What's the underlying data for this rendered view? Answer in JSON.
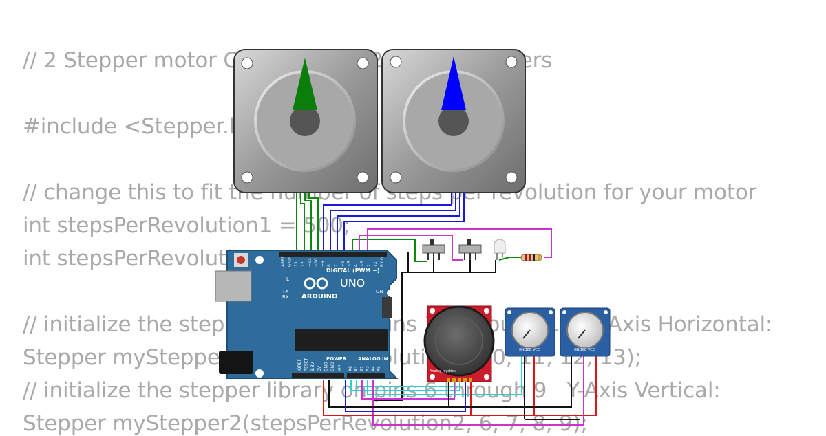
{
  "code_lines": [
    "// 2 Stepper motor Control using 2 potentiometers",
    "#include <Stepper.h>",
    "// change this to fit the number of steps per revolution for your motor",
    "int stepsPerRevolution1 = 500;",
    "int stepsPerRevolution2 = 500;",
    "// initialize the stepper library on pins 10 through 13  X-Axis Horizontal:",
    "Stepper myStepper1(stepsPerRevolution1, 10, 11, 12, 13);",
    "// initialize the stepper library on pins 6 through 9   Y-Axis Vertical:",
    "Stepper myStepper2(stepsPerRevolution2, 6, 7, 8, 9);"
  ],
  "board": {
    "brand": "ARDUINO",
    "model": "UNO",
    "digital_header": "DIGITAL (PWM ~)",
    "power_header": "POWER",
    "analog_header": "ANALOG IN",
    "on_label": "ON",
    "tx_label": "TX",
    "rx_label": "RX",
    "l_label": "L",
    "digital_pins": [
      "AREF",
      "GND",
      "13",
      "12",
      "~11",
      "~10",
      "~9",
      "8",
      "7",
      "~6",
      "~5",
      "4",
      "~3",
      "2",
      "TX 1",
      "RX 0"
    ],
    "power_pins": [
      "IOREF",
      "RESET",
      "3.3V",
      "5V",
      "GND",
      "GND",
      "Vin"
    ],
    "analog_pins": [
      "A0",
      "A1",
      "A2",
      "A3",
      "A4",
      "A5"
    ]
  },
  "joystick_label": "Analog Joystick",
  "pot_pins": [
    "GND",
    "SIG",
    "VCC"
  ],
  "colors": {
    "code_text": "#a9a9a9",
    "board": "#2e6c9b",
    "motor1_pointer": "#008000",
    "motor2_pointer": "#0000ff",
    "joystick_board": "#cc1b2b",
    "pot_board": "#2b5fa3"
  }
}
